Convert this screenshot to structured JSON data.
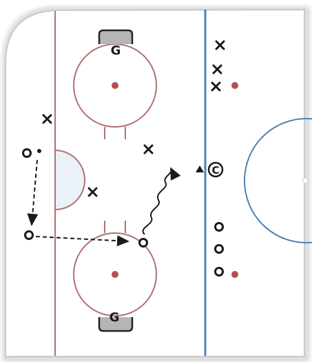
{
  "diagram": {
    "colors": {
      "ice": "#ffffff",
      "boards": "#c9c9c9",
      "board_edge": "#e2e2e2",
      "red_line": "#b07070",
      "blue_line": "#4f7fb4",
      "crease_fill": "#eaf2f8",
      "faceoff_dot": "#b05050",
      "net_fill": "#b5b5b5",
      "player": "#1a1a1a"
    },
    "goalie_top_label": "G",
    "goalie_bottom_label": "G",
    "coach_label": "C",
    "x_symbol": "X",
    "o_symbol": "O",
    "forwards_label": "X",
    "defense_label": "O"
  }
}
